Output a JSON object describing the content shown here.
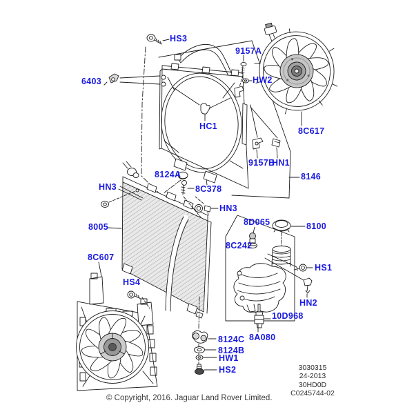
{
  "diagram": {
    "description": "Exploded parts diagram: radiator, cooling fans, shrouds and expansion tank",
    "callouts": {
      "hs3": "HS3",
      "p6403": "6403",
      "p9157a": "9157A",
      "hw2": "HW2",
      "hc1": "HC1",
      "p8c617": "8C617",
      "p9157b": "9157B",
      "hn1": "HN1",
      "p8146": "8146",
      "p8124a": "8124A",
      "p8c378": "8C378",
      "hn3_left": "HN3",
      "p8005": "8005",
      "hn3_right": "HN3",
      "p8d065": "8D065",
      "p8100": "8100",
      "p8c242": "8C242",
      "hs1": "HS1",
      "hn2": "HN2",
      "p10d968": "10D968",
      "p8a080": "8A080",
      "p8c607": "8C607",
      "hs4": "HS4",
      "p8124c": "8124C",
      "p8124b": "8124B",
      "hw1": "HW1",
      "hs2": "HS2"
    },
    "footer": {
      "refs": [
        "3030315",
        "24-2013",
        "30HD0D",
        "C0245744-02"
      ],
      "copyright": "© Copyright, 2016. Jaguar Land Rover Limited."
    },
    "colors": {
      "callout_blue": "#1a1ae0",
      "line": "#1c1c1c",
      "background": "#ffffff"
    }
  }
}
